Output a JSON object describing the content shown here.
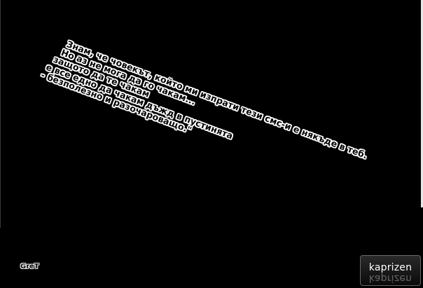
{
  "quote": {
    "lines": [
      "Знам, че човекът, който ми изпрати тези смс-и е някъде в теб.",
      "Но аз не мога да го чакам...",
      "защото да те чакам",
      "е все едно да чакам дъжд в пустинята",
      "- безполезно и разочароващо.\""
    ]
  },
  "signature": "GreT",
  "logo": {
    "text": "kaprizen"
  },
  "colors": {
    "background": "#000000",
    "text_fill": "#000000",
    "text_outline": "#ffffff"
  }
}
